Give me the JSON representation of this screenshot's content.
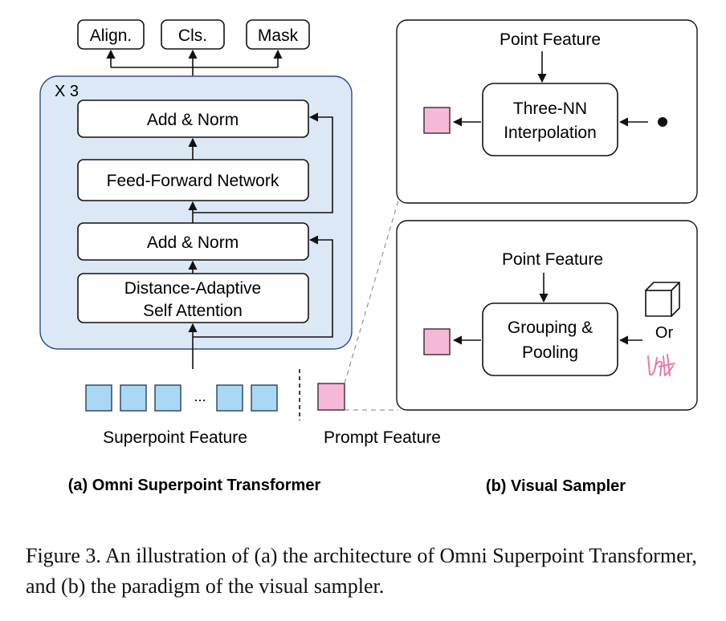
{
  "panel_a": {
    "repeat_label": "X 3",
    "outputs": [
      "Align.",
      "Cls.",
      "Mask"
    ],
    "blocks": {
      "add_norm_top": "Add & Norm",
      "ffn": "Feed-Forward Network",
      "add_norm_bottom": "Add & Norm",
      "attention_line1": "Distance-Adaptive",
      "attention_line2": "Self Attention"
    },
    "ellipsis": "...",
    "superpoint_label": "Superpoint Feature",
    "prompt_label": "Prompt Feature",
    "title": "(a) Omni Superpoint Transformer"
  },
  "panel_b": {
    "top": {
      "input_label": "Point Feature",
      "op_line1": "Three-NN",
      "op_line2": "Interpolation"
    },
    "bottom": {
      "input_label": "Point Feature",
      "op_line1": "Grouping &",
      "op_line2": "Pooling",
      "or_label": "Or"
    },
    "title": "(b) Visual Sampler"
  },
  "caption": "Figure 3. An illustration of (a) the architecture of Omni Superpoint Transformer, and (b) the paradigm of the visual sampler.",
  "colors": {
    "transformer_bg": "#dce8f5",
    "transformer_border": "#2f4f8a",
    "superpoint_fill": "#a9d8f5",
    "prompt_fill": "#f5b8d6",
    "scribble": "#e87aa8"
  }
}
